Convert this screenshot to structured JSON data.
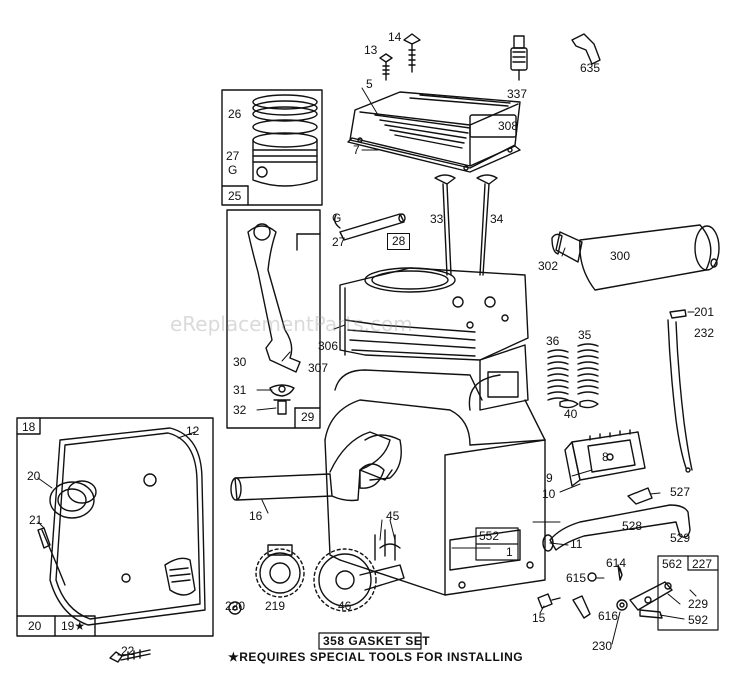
{
  "watermark": "eReplacementParts.com",
  "gasket_set_label": "358 GASKET SET",
  "footnote": "★REQUIRES SPECIAL TOOLS FOR INSTALLING",
  "part_labels": {
    "p13": "13",
    "p14": "14",
    "p337": "337",
    "p635": "635",
    "p5": "5",
    "p308": "308",
    "p7": "7",
    "p26": "26",
    "p27a": "27",
    "pG1": "G",
    "p25": "25",
    "pG2": "G",
    "p27b": "27",
    "p28": "28",
    "p33": "33",
    "p34": "34",
    "p300": "300",
    "p302": "302",
    "p201": "201",
    "p232": "232",
    "p306": "306",
    "p30": "30",
    "p307": "307",
    "p36": "36",
    "p35": "35",
    "p40": "40",
    "p31": "31",
    "p32": "32",
    "p29": "29",
    "p18": "18",
    "p12": "12",
    "p20a": "20",
    "p21": "21",
    "p20b": "20",
    "p19": "19★",
    "p22": "22",
    "p16": "16",
    "p8": "8",
    "p9": "9",
    "p10": "10",
    "p527": "527",
    "p45": "45",
    "p552": "552",
    "p1": "1",
    "p528": "528",
    "p11": "11",
    "p529": "529",
    "p220": "220",
    "p219": "219",
    "p46": "46",
    "p15": "15",
    "p614": "614",
    "p615": "615",
    "p562": "562",
    "p227": "227",
    "p616": "616",
    "p229": "229",
    "p592": "592",
    "p230": "230"
  }
}
